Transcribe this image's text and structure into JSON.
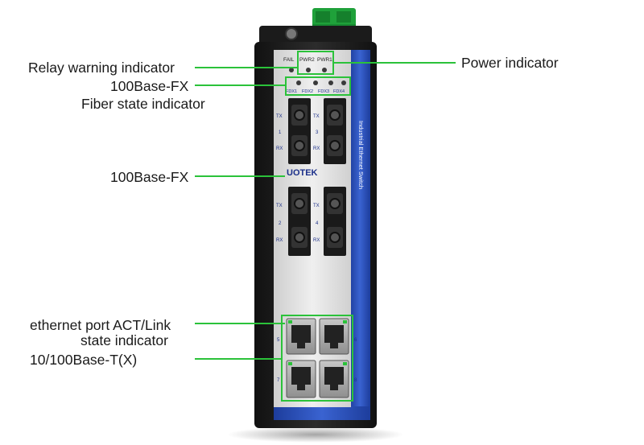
{
  "callouts": {
    "relay": "Relay warning indicator",
    "fx_top_line1": "100Base-FX",
    "fx_top_line2": "Fiber state indicator",
    "fx_mid": "100Base-FX",
    "eth_state_line1": "ethernet port ACT/Link",
    "eth_state_line2": "state indicator",
    "eth_port": "10/100Base-T(X)",
    "power": "Power indicator"
  },
  "device": {
    "brand": "UOTEK",
    "vertical_text": "Industrial Ethernet Switch",
    "led_labels_top": [
      "FAIL",
      "PWR2",
      "PWR1"
    ],
    "led_labels_fiber": [
      "FDX1",
      "FDX2",
      "FDX3",
      "FDX4"
    ],
    "fiber_port_labels": {
      "tx": "TX",
      "rx": "RX",
      "numbers": [
        "1",
        "3",
        "2",
        "4"
      ]
    },
    "eth_port_numbers": [
      "5",
      "6",
      "7",
      "8"
    ]
  },
  "colors": {
    "callout_line": "#2bc23a",
    "device_body": "#262626",
    "panel_blue": "#2b4fb8",
    "face_plate": "#dcdcdc",
    "terminal_green": "#1fa13a"
  }
}
